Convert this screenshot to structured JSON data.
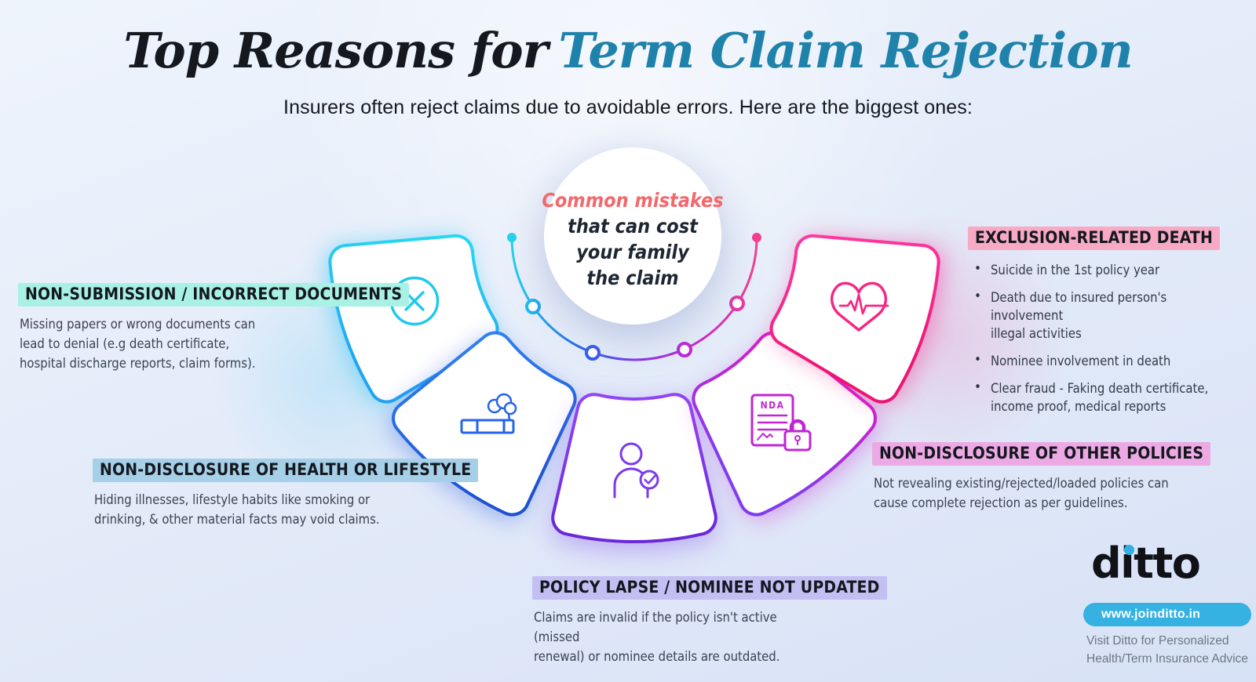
{
  "title": {
    "prefix": "Top Reasons for",
    "accent": "Term Claim Rejection",
    "accent_color": "#1e82ab"
  },
  "subtitle": "Insurers often reject claims due to avoidable errors. Here are the biggest ones:",
  "center_circle": {
    "heading": "Common mistakes",
    "line2": "that can cost",
    "line3": "your family",
    "line4": "the claim",
    "heading_color": "#f3686c"
  },
  "sections": [
    {
      "heading": "NON-SUBMISSION / INCORRECT DOCUMENTS",
      "body": "Missing papers or wrong documents can\nlead to denial (e.g death certificate,\nhospital discharge reports, claim forms).",
      "highlight_color": "#a9f1e4",
      "icon": "x-circle-icon",
      "icon_color": "#1ec9ec"
    },
    {
      "heading": "NON-DISCLOSURE OF HEALTH OR LIFESTYLE",
      "body": "Hiding illnesses, lifestyle habits like smoking or\ndrinking, & other material facts may void claims.",
      "highlight_color": "#a6cfe8",
      "icon": "cigarette-icon",
      "icon_color": "#2563eb"
    },
    {
      "heading": "EXCLUSION-RELATED DEATH",
      "bullets": [
        "Suicide in the 1st policy year",
        "Death due to insured person's involvement\nillegal activities",
        "Nominee involvement in death",
        "Clear fraud - Faking death certificate,\nincome proof, medical reports"
      ],
      "highlight_color": "#f8a9c4",
      "icon": "heart-pulse-icon",
      "icon_color": "#f72585"
    },
    {
      "heading": "NON-DISCLOSURE OF OTHER POLICIES",
      "body": "Not revealing existing/rejected/loaded policies can\ncause complete rejection as per guidelines.",
      "highlight_color": "#eda9e4",
      "icon": "nda-document-lock-icon",
      "icon_color": "#c026d3"
    },
    {
      "heading": "POLICY LAPSE / NOMINEE NOT UPDATED",
      "body": "Claims are invalid if the policy isn't active (missed\nrenewal) or nominee details are outdated.",
      "highlight_color": "#c4bff2",
      "icon": "person-check-icon",
      "icon_color": "#7c3aed"
    }
  ],
  "nda_label": "NDA",
  "arc_colors": [
    "#22d3ee",
    "#2563eb",
    "#7c3aed",
    "#c026d3",
    "#f43f8e"
  ],
  "footer": {
    "logo": "ditto",
    "url": "www.joinditto.in",
    "url_bg_color": "#35b1e2",
    "tagline": "Visit Ditto for Personalized\nHealth/Term Insurance Advice"
  }
}
